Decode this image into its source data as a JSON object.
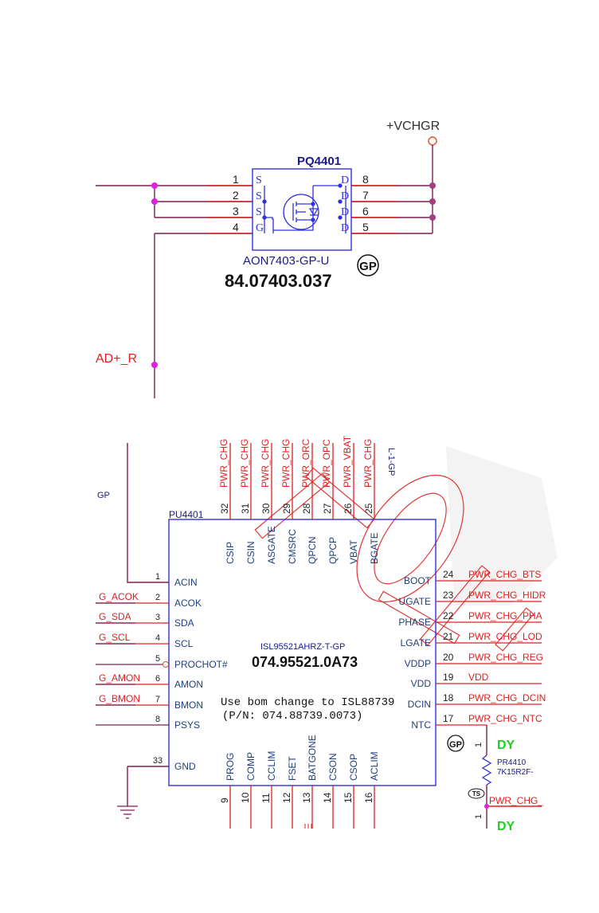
{
  "top": {
    "power_net": "+VCHGR",
    "ref": "PQ4401",
    "part": "AON7403-GP-U",
    "pn": "84.07403.037",
    "gp_mark": "GP",
    "left_net": "AD+_R",
    "left_pins": [
      {
        "num": "1",
        "name": "S"
      },
      {
        "num": "2",
        "name": "S"
      },
      {
        "num": "3",
        "name": "S"
      },
      {
        "num": "4",
        "name": "G"
      }
    ],
    "right_pins": [
      {
        "num": "8",
        "name": "D"
      },
      {
        "num": "7",
        "name": "D"
      },
      {
        "num": "6",
        "name": "D"
      },
      {
        "num": "5",
        "name": "D"
      }
    ]
  },
  "ic": {
    "ref": "PU4401",
    "part": "ISL95521AHRZ-T-GP",
    "pn": "074.95521.0A73",
    "note_line1": "Use bom change to ISL88739",
    "note_line2": "(P/N: 074.88739.0073)",
    "side_label": "GP",
    "top_right_label": "L-1-GP",
    "left_pins": [
      {
        "num": "1",
        "name": "ACIN",
        "net": ""
      },
      {
        "num": "2",
        "name": "ACOK",
        "net": "G_ACOK"
      },
      {
        "num": "3",
        "name": "SDA",
        "net": "G_SDA"
      },
      {
        "num": "4",
        "name": "SCL",
        "net": "G_SCL"
      },
      {
        "num": "5",
        "name": "PROCHOT#",
        "net": ""
      },
      {
        "num": "6",
        "name": "AMON",
        "net": "G_AMON"
      },
      {
        "num": "7",
        "name": "BMON",
        "net": "G_BMON"
      },
      {
        "num": "8",
        "name": "PSYS",
        "net": ""
      },
      {
        "num": "33",
        "name": "GND",
        "net": ""
      }
    ],
    "top_pins": [
      {
        "num": "32",
        "name": "CSIP",
        "net": "PWR_CHG"
      },
      {
        "num": "31",
        "name": "CSIN",
        "net": "PWR_CHG"
      },
      {
        "num": "30",
        "name": "ASGATE",
        "net": "PWR_CHG"
      },
      {
        "num": "29",
        "name": "CMSRC",
        "net": "PWR_CHG"
      },
      {
        "num": "28",
        "name": "QPCN",
        "net": "PWR_ORC"
      },
      {
        "num": "27",
        "name": "QPCP",
        "net": "PWR_OPC"
      },
      {
        "num": "26",
        "name": "VBAT",
        "net": "PWR_VBAT"
      },
      {
        "num": "25",
        "name": "BGATE",
        "net": "PWR_CHG"
      }
    ],
    "right_pins": [
      {
        "num": "24",
        "name": "BOOT",
        "net": "PWR_CHG_BTS"
      },
      {
        "num": "23",
        "name": "UGATE",
        "net": "PWR_CHG_HIDR"
      },
      {
        "num": "22",
        "name": "PHASE",
        "net": "PWR_CHG_PHA"
      },
      {
        "num": "21",
        "name": "LGATE",
        "net": "PWR_CHG_LOD"
      },
      {
        "num": "20",
        "name": "VDDP",
        "net": "PWR_CHG_REG"
      },
      {
        "num": "19",
        "name": "VDD",
        "net": "VDD"
      },
      {
        "num": "18",
        "name": "DCIN",
        "net": "PWR_CHG_DCIN"
      },
      {
        "num": "17",
        "name": "NTC",
        "net": "PWR_CHG_NTC"
      }
    ],
    "bottom_pins": [
      {
        "num": "9",
        "name": "PROG"
      },
      {
        "num": "10",
        "name": "COMP"
      },
      {
        "num": "11",
        "name": "CCLIM"
      },
      {
        "num": "12",
        "name": "FSET"
      },
      {
        "num": "13",
        "name": "BATGONE"
      },
      {
        "num": "14",
        "name": "CSON"
      },
      {
        "num": "15",
        "name": "CSOP"
      },
      {
        "num": "16",
        "name": "ACLIM"
      }
    ]
  },
  "resistor": {
    "ref": "PR4410",
    "value": "7K15R2F-",
    "dy_top": "DY",
    "dy_bottom": "DY",
    "pin1_top": "1",
    "pin1_bottom": "1",
    "net": "PWR_CHG_",
    "gp_mark": "GP",
    "ts_mark": "TS"
  }
}
